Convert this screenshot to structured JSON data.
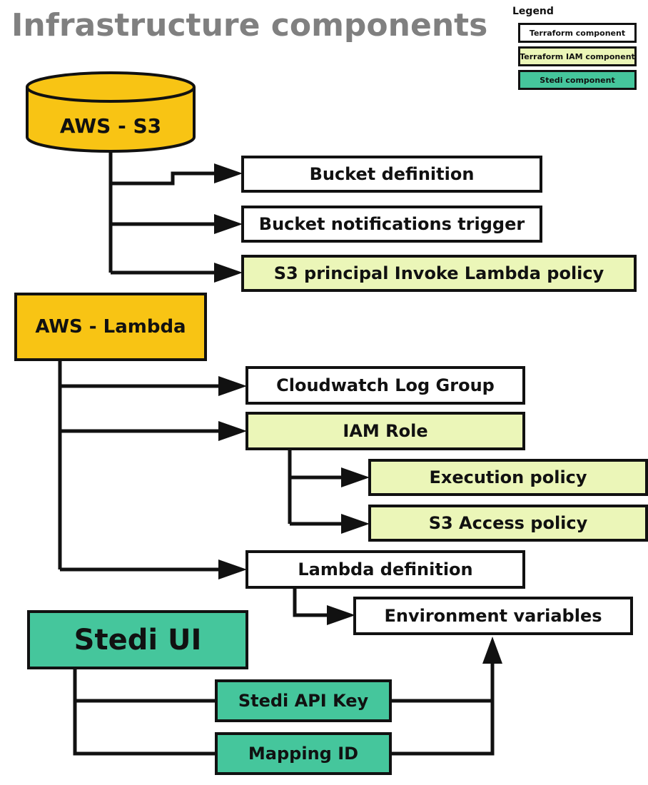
{
  "title": "Infrastructure components",
  "legend": {
    "title": "Legend",
    "items": [
      {
        "label": "Terraform component",
        "color": "#ffffff"
      },
      {
        "label": "Terraform IAM component",
        "color": "#ebf6b8"
      },
      {
        "label": "Stedi component",
        "color": "#45c69c"
      }
    ]
  },
  "colors": {
    "aws": "#f8c414",
    "terraform": "#ffffff",
    "terraform_iam": "#ebf6b8",
    "stedi": "#45c69c",
    "line": "#111111"
  },
  "nodes": {
    "s3": "AWS - S3",
    "bucket_definition": "Bucket definition",
    "bucket_notifications": "Bucket notifications trigger",
    "s3_invoke_policy": "S3 principal Invoke Lambda policy",
    "lambda": "AWS - Lambda",
    "cloudwatch": "Cloudwatch Log Group",
    "iam_role": "IAM Role",
    "execution_policy": "Execution policy",
    "s3_access_policy": "S3 Access policy",
    "lambda_definition": "Lambda definition",
    "env_vars": "Environment variables",
    "stedi_ui": "Stedi UI",
    "stedi_api_key": "Stedi API Key",
    "mapping_id": "Mapping ID"
  }
}
